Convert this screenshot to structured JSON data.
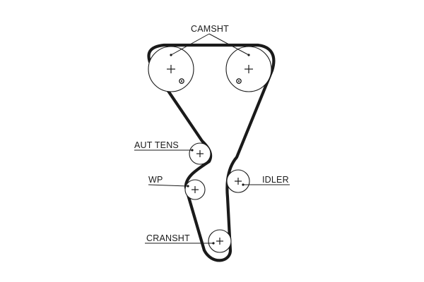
{
  "labels": {
    "camshaft": "CAMSHT",
    "auto_tensioner": "AUT TENS",
    "water_pump": "WP",
    "idler": "IDLER",
    "crankshaft": "CRANSHT"
  },
  "colors": {
    "stroke": "#1a1a1a",
    "background": "#ffffff"
  }
}
